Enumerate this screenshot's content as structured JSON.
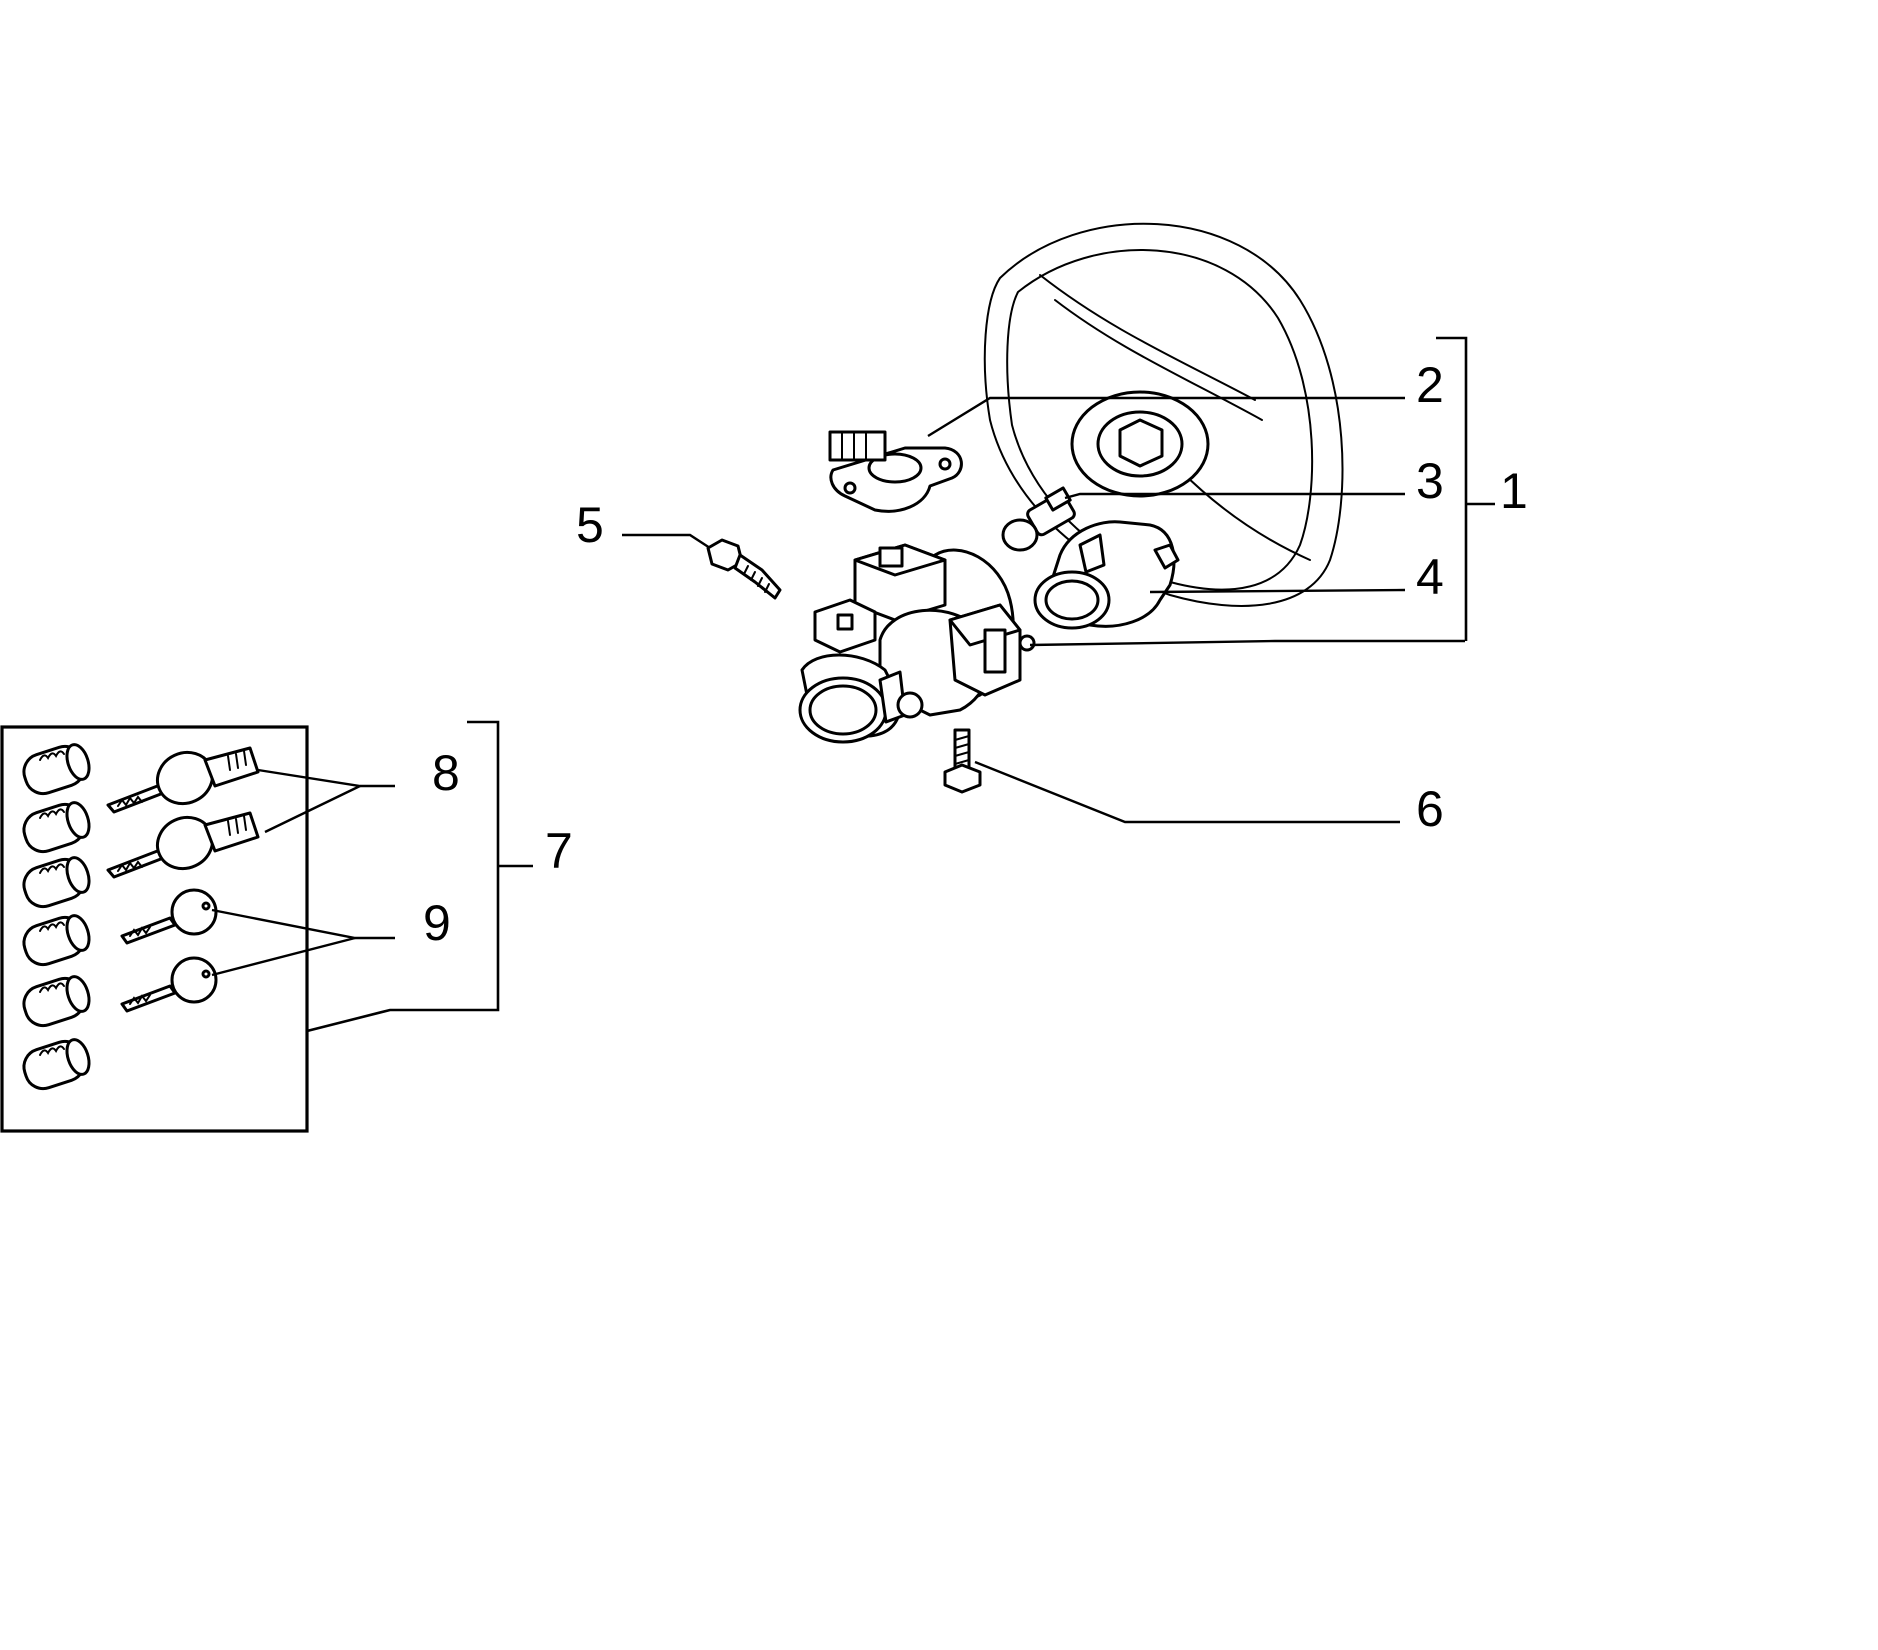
{
  "callouts": [
    "1",
    "2",
    "3",
    "4",
    "5",
    "6",
    "7",
    "8",
    "9"
  ],
  "colors": {
    "line": "#000000",
    "background": "#ffffff"
  }
}
